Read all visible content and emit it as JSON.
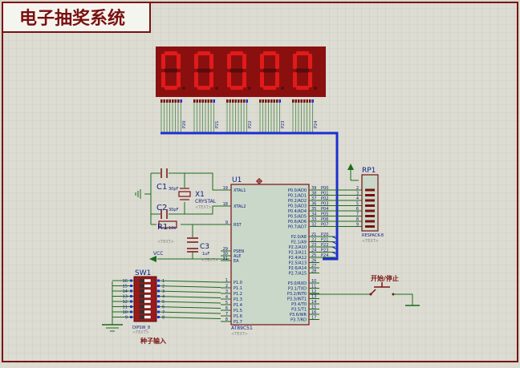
{
  "title": "电子抽奖系统",
  "display": {
    "digits": [
      "0",
      "0",
      "0",
      "0",
      "0"
    ],
    "pin_labels": [
      "P20",
      "P21",
      "P22",
      "P23",
      "P24"
    ],
    "segment_color": "#e21a1a",
    "background": "#8a1010"
  },
  "crystal": {
    "c1_name": "C1",
    "c1_value": "30pF",
    "c2_name": "C2",
    "c2_value": "30pF",
    "x1_name": "X1",
    "x1_value": "CRYSTAL",
    "x1_text": "<TEXT>"
  },
  "reset": {
    "r1_name": "R1",
    "r1_value": "10k",
    "r1_text": "<TEXT>",
    "c3_name": "C3",
    "c3_value": "1uF",
    "c3_text": "<TEXT>",
    "vcc": "VCC"
  },
  "mcu": {
    "ref": "U1",
    "part": "AT89C51",
    "text": "<TEXT>",
    "left_pins": [
      {
        "num": "19",
        "name": "XTAL1"
      },
      {
        "num": "18",
        "name": "XTAL2"
      },
      {
        "num": "9",
        "name": "RST"
      },
      {
        "num": "29",
        "name": "PSEN"
      },
      {
        "num": "30",
        "name": "ALE"
      },
      {
        "num": "31",
        "name": "EA"
      },
      {
        "num": "1",
        "name": "P1.0"
      },
      {
        "num": "2",
        "name": "P1.1"
      },
      {
        "num": "3",
        "name": "P1.2"
      },
      {
        "num": "4",
        "name": "P1.3"
      },
      {
        "num": "5",
        "name": "P1.4"
      },
      {
        "num": "6",
        "name": "P1.5"
      },
      {
        "num": "7",
        "name": "P1.6"
      },
      {
        "num": "8",
        "name": "P1.7"
      }
    ],
    "p0_pins": [
      {
        "num": "39",
        "name": "P0.0/AD0",
        "net": "P00"
      },
      {
        "num": "38",
        "name": "P0.1/AD1",
        "net": "P01"
      },
      {
        "num": "37",
        "name": "P0.2/AD2",
        "net": "P02"
      },
      {
        "num": "36",
        "name": "P0.3/AD3",
        "net": "P03"
      },
      {
        "num": "35",
        "name": "P0.4/AD4",
        "net": "P04"
      },
      {
        "num": "34",
        "name": "P0.5/AD5",
        "net": "P05"
      },
      {
        "num": "33",
        "name": "P0.6/AD6",
        "net": "P06"
      },
      {
        "num": "32",
        "name": "P0.7/AD7",
        "net": "P07"
      }
    ],
    "p2_pins": [
      {
        "num": "21",
        "name": "P2.0/A8",
        "net": "P20"
      },
      {
        "num": "22",
        "name": "P2.1/A9",
        "net": "P21"
      },
      {
        "num": "23",
        "name": "P2.2/A10",
        "net": "P22"
      },
      {
        "num": "24",
        "name": "P2.3/A11",
        "net": "P23"
      },
      {
        "num": "25",
        "name": "P2.4/A12",
        "net": "P24"
      },
      {
        "num": "26",
        "name": "P2.5/A13",
        "net": ""
      },
      {
        "num": "27",
        "name": "P2.6/A14",
        "net": ""
      },
      {
        "num": "28",
        "name": "P2.7/A15",
        "net": ""
      }
    ],
    "p3_pins": [
      {
        "num": "10",
        "name": "P3.0/RXD"
      },
      {
        "num": "11",
        "name": "P3.1/TXD"
      },
      {
        "num": "12",
        "name": "P3.2/INT0"
      },
      {
        "num": "13",
        "name": "P3.3/INT1"
      },
      {
        "num": "14",
        "name": "P3.4/T0"
      },
      {
        "num": "15",
        "name": "P3.5/T1"
      },
      {
        "num": "16",
        "name": "P3.6/WR"
      },
      {
        "num": "17",
        "name": "P3.7/RD"
      }
    ]
  },
  "rp1": {
    "ref": "RP1",
    "part": "RESPACK-8",
    "text": "<TEXT>",
    "pins": [
      "2",
      "3",
      "4",
      "5",
      "6",
      "7",
      "8",
      "9"
    ]
  },
  "dipsw": {
    "ref": "SW1",
    "part": "DIPSW_8",
    "text": "<TEXT>",
    "left_pins": [
      "16",
      "15",
      "14",
      "13",
      "12",
      "11",
      "10",
      "9"
    ],
    "right_pins": [
      "1",
      "2",
      "3",
      "4",
      "5",
      "6",
      "7",
      "8"
    ],
    "label": "种子输入"
  },
  "button": {
    "label": "开始/停止"
  },
  "colors": {
    "grid_bg": "#dcdcd2",
    "grid_line": "#c6c6bc",
    "wire": "#1a6b1a",
    "bus": "#1c2fd0",
    "component": "#7a1010",
    "chip_fill": "#c9d8c9",
    "pin_text": "#102080",
    "frame": "#7a1010"
  }
}
